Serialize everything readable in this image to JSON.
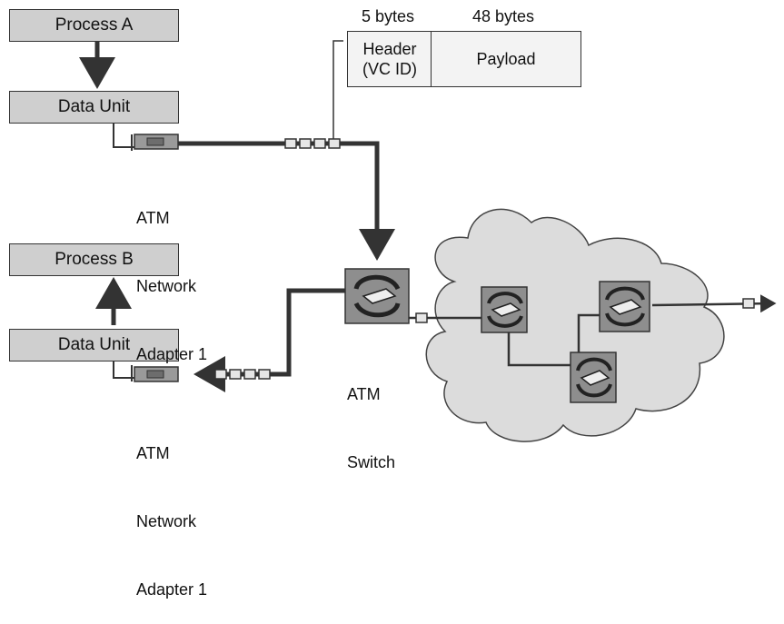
{
  "process_a": "Process A",
  "process_b": "Process B",
  "data_unit_top": "Data Unit",
  "data_unit_bottom": "Data Unit",
  "adapter_top": [
    "ATM",
    "Network",
    "Adapter 1"
  ],
  "adapter_bottom": [
    "ATM",
    "Network",
    "Adapter 1"
  ],
  "switch_label": [
    "ATM",
    "Switch"
  ],
  "cell_format": {
    "header_size": "5 bytes",
    "payload_size": "48 bytes",
    "header_line1": "Header",
    "header_line2": "(VC ID)",
    "payload": "Payload"
  },
  "colors": {
    "box_fill": "#cfcfcf",
    "cloud_fill": "#dcdcdc",
    "line": "#333333"
  }
}
